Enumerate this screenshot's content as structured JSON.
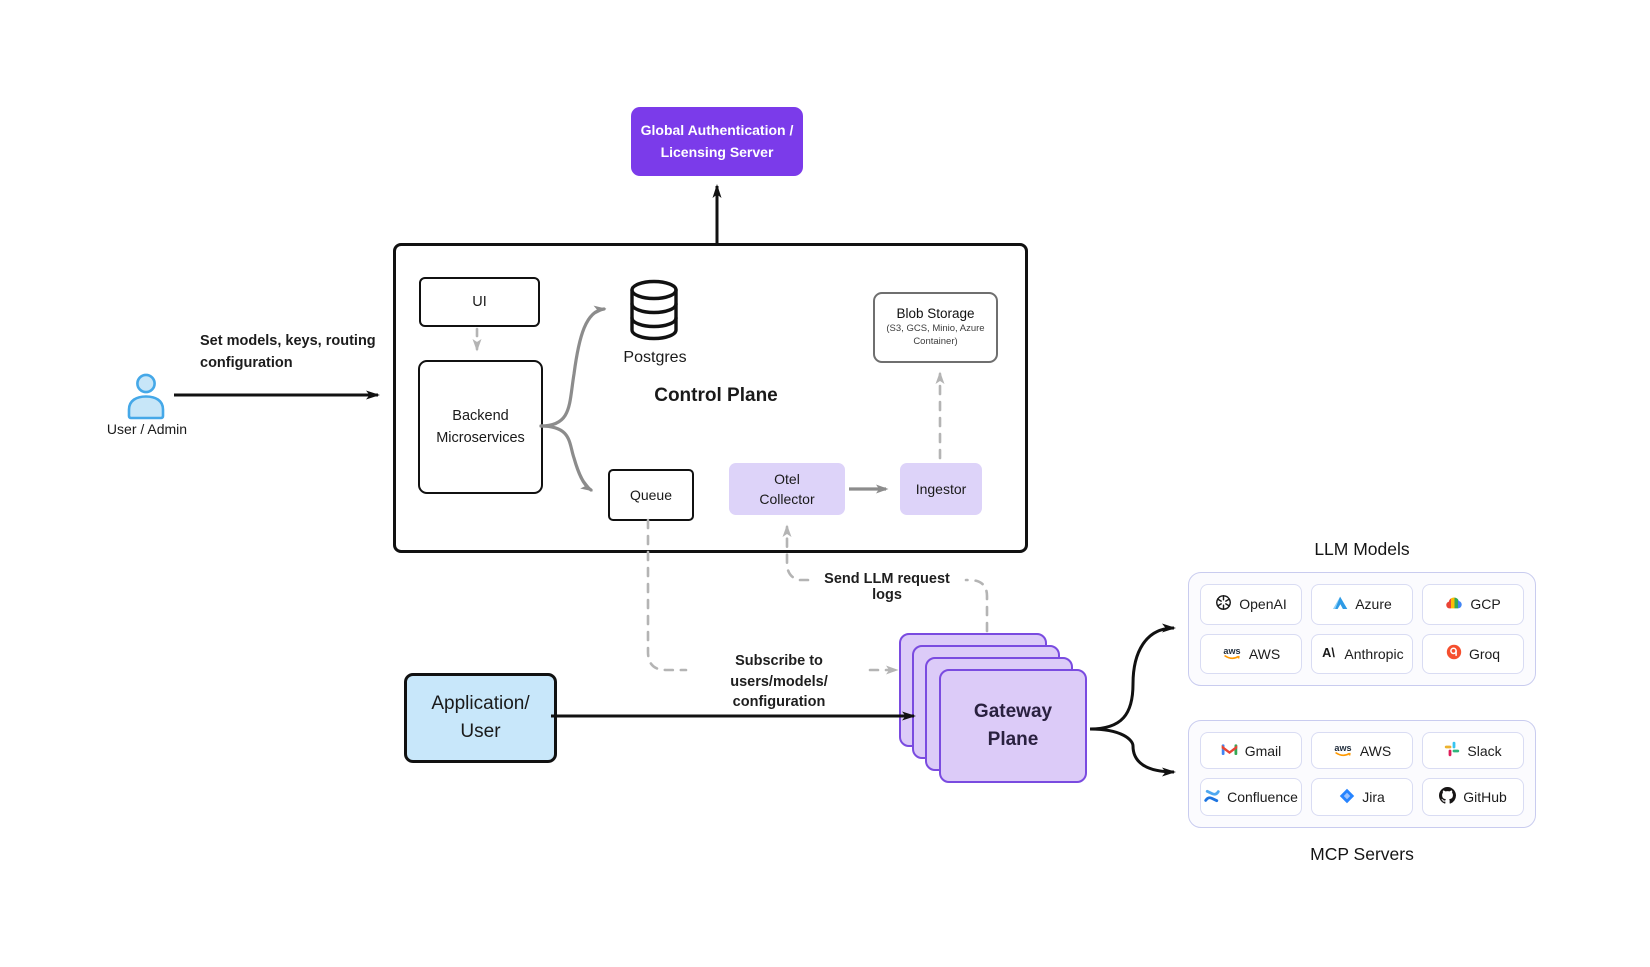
{
  "palette": {
    "accent_purple": "#7B3BEA",
    "light_purple": "#DDD3F9",
    "gateway_fill": "#DCCBF8",
    "gateway_border": "#7A4BE0",
    "app_blue": "#C8E7FA",
    "user_icon_blue": "#45A8E8",
    "dash_gray": "#B4B4B4",
    "solid_gray": "#8C8C8C"
  },
  "nodes": {
    "auth_server": {
      "label": "Global Authentication /\nLicensing Server"
    },
    "control_plane": {
      "title": "Control Plane"
    },
    "ui": {
      "label": "UI"
    },
    "backend": {
      "label": "Backend\nMicroservices"
    },
    "postgres": {
      "label": "Postgres"
    },
    "queue": {
      "label": "Queue"
    },
    "otel_collector": {
      "label": "Otel\nCollector"
    },
    "ingestor": {
      "label": "Ingestor"
    },
    "blob_storage": {
      "title": "Blob Storage",
      "subtitle": "(S3, GCS, Minio, Azure Container)"
    },
    "user_admin": {
      "label": "User / Admin"
    },
    "application": {
      "label": "Application/\nUser"
    },
    "gateway": {
      "label": "Gateway\nPlane"
    }
  },
  "edges": {
    "set_models": {
      "label": "Set models, keys, routing\nconfiguration"
    },
    "send_logs": {
      "label": "Send LLM request logs"
    },
    "subscribe": {
      "label": "Subscribe to users/models/\nconfiguration"
    }
  },
  "llm_panel": {
    "title": "LLM Models",
    "items": [
      {
        "label": "OpenAI",
        "icon": "openai-icon"
      },
      {
        "label": "Azure",
        "icon": "azure-icon"
      },
      {
        "label": "GCP",
        "icon": "gcp-icon"
      },
      {
        "label": "AWS",
        "icon": "aws-icon"
      },
      {
        "label": "Anthropic",
        "icon": "anthropic-icon"
      },
      {
        "label": "Groq",
        "icon": "groq-icon"
      }
    ]
  },
  "mcp_panel": {
    "title": "MCP Servers",
    "items": [
      {
        "label": "Gmail",
        "icon": "gmail-icon"
      },
      {
        "label": "AWS",
        "icon": "aws-icon"
      },
      {
        "label": "Slack",
        "icon": "slack-icon"
      },
      {
        "label": "Confluence",
        "icon": "confluence-icon"
      },
      {
        "label": "Jira",
        "icon": "jira-icon"
      },
      {
        "label": "GitHub",
        "icon": "github-icon"
      }
    ]
  }
}
